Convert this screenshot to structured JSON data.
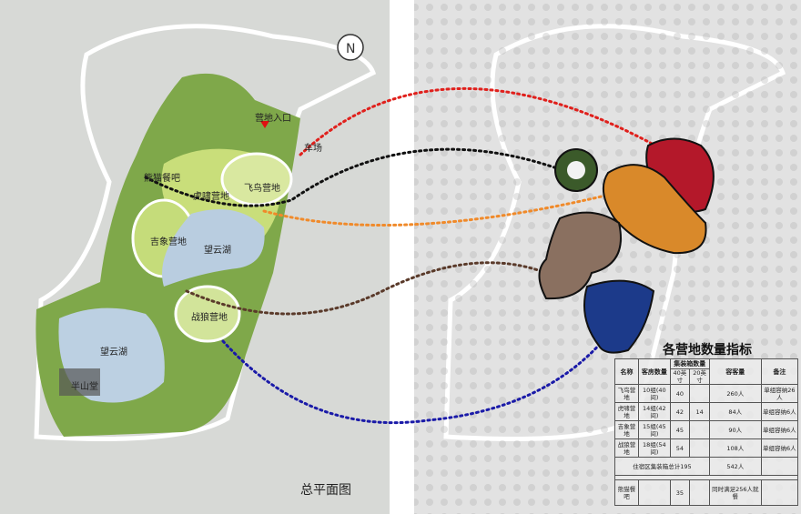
{
  "left_plan": {
    "caption": "总平面图",
    "north_arrow": "N",
    "labels": {
      "entrance": "营地入口",
      "parking": "车场",
      "panda_bar": "熊猫餐吧",
      "tiger_camp": "虎啸营地",
      "bird_camp": "飞鸟营地",
      "elephant_camp": "吉象营地",
      "lake_upper": "望云湖",
      "wolf_camp": "战狼营地",
      "lake_lower": "望云湖",
      "hall": "半山堂"
    }
  },
  "right_plan": {
    "bubbles": [
      "panda-photo",
      "tiger-photo",
      "red-flower-photo",
      "elephant-photo",
      "wolf-photo"
    ],
    "connector_colors": {
      "red": "#e0201c",
      "black": "#111111",
      "orange": "#f08a2a",
      "brown": "#5a3a2a",
      "blue": "#1a1aa8"
    }
  },
  "table": {
    "title": "各营地数量指标",
    "headers": {
      "name": "名称",
      "rooms": "客房数量",
      "containers": "集装箱数量",
      "c40": "40英寸",
      "c20": "20英寸",
      "capacity": "容客量",
      "note": "备注"
    },
    "rows": [
      {
        "name": "飞鸟营地",
        "rooms": "10组(40间)",
        "c40": "40",
        "c20": "",
        "capacity": "260人",
        "note": "单组容纳26人"
      },
      {
        "name": "虎啸营地",
        "rooms": "14组(42间)",
        "c40": "42",
        "c20": "14",
        "capacity": "84人",
        "note": "单组容纳6人"
      },
      {
        "name": "吉象营地",
        "rooms": "15组(45间)",
        "c40": "45",
        "c20": "",
        "capacity": "90人",
        "note": "单组容纳6人"
      },
      {
        "name": "战狼营地",
        "rooms": "18组(54间)",
        "c40": "54",
        "c20": "",
        "capacity": "108人",
        "note": "单组容纳6人"
      }
    ],
    "total": {
      "label": "住宿区集装箱总计195",
      "capacity": "542人"
    },
    "panda": {
      "name": "熊猫餐吧",
      "c40": "35",
      "capacity": "同时满足256人就餐"
    }
  }
}
